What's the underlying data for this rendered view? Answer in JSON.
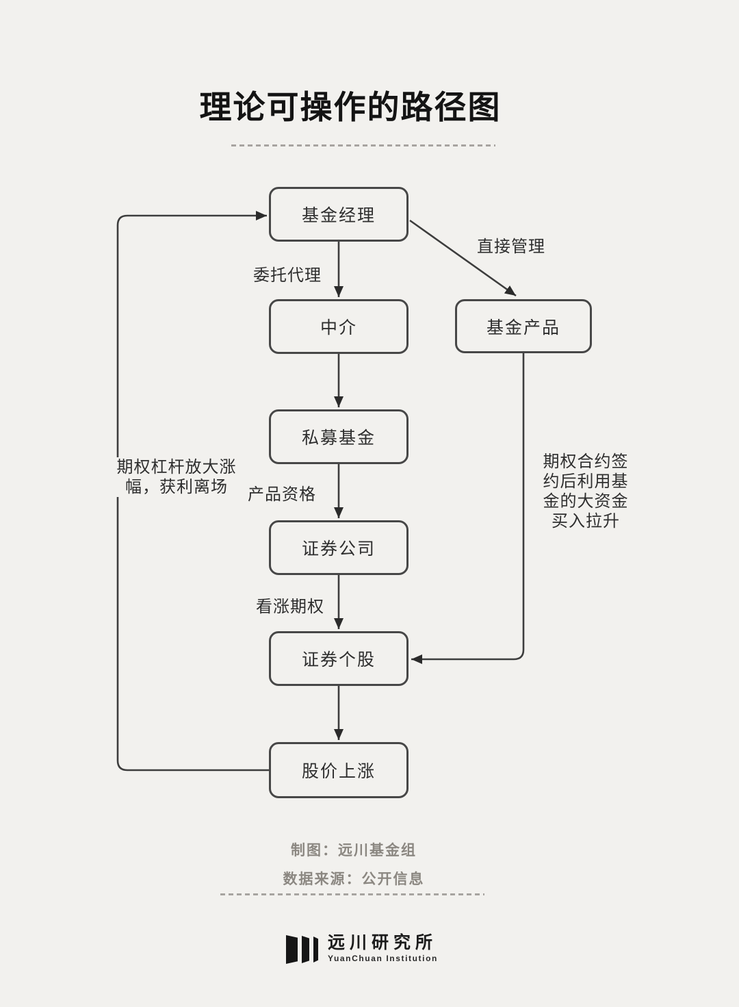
{
  "colors": {
    "background": "#f2f1ee",
    "line": "#3d3d3d",
    "box_border": "#474747",
    "text": "#2e2e2e",
    "muted_footer": "#8b8781",
    "title": "#141414"
  },
  "title": "理论可操作的路径图",
  "nodes": [
    {
      "id": "fund-manager",
      "label": "基金经理"
    },
    {
      "id": "intermediary",
      "label": "中介"
    },
    {
      "id": "fund-product",
      "label": "基金产品"
    },
    {
      "id": "private-fund",
      "label": "私募基金"
    },
    {
      "id": "securities-company",
      "label": "证券公司"
    },
    {
      "id": "individual-stock",
      "label": "证券个股"
    },
    {
      "id": "stock-price-rise",
      "label": "股价上涨"
    }
  ],
  "edge_labels": {
    "entrust": "委托代理",
    "direct": "直接管理",
    "product_qual": "产品资格",
    "call_option": "看涨期权",
    "left_loop": "期权杠杆放大涨\n幅，获利离场",
    "right_note": "期权合约签\n约后利用基\n金的大资金\n买入拉升"
  },
  "footer": {
    "credit": "制图：远川基金组",
    "source": "数据来源：公开信息"
  },
  "logo": {
    "name_cn": "远川研究所",
    "name_en": "YuanChuan Institution"
  }
}
